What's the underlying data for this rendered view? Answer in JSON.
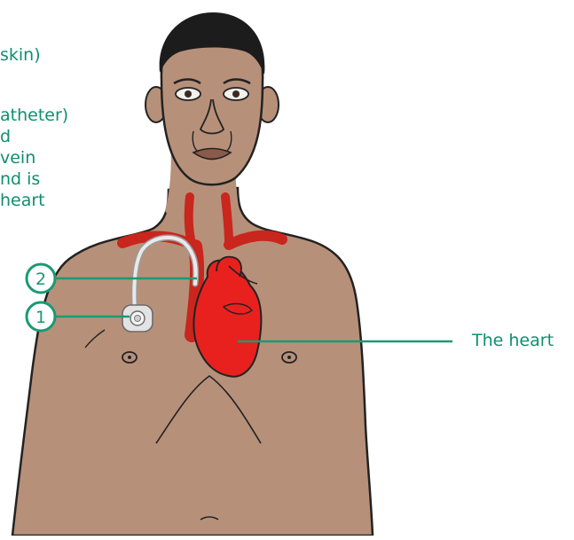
{
  "labels": {
    "skin_fragment": "skin)",
    "catheter_lines": [
      "atheter)",
      "d",
      "vein",
      "nd is",
      "heart"
    ],
    "heart": "The heart"
  },
  "markers": [
    {
      "number": "1",
      "refers_to": "port"
    },
    {
      "number": "2",
      "refers_to": "catheter"
    }
  ],
  "colors": {
    "label_text": "#0f8f6e",
    "marker_stroke": "#1a9a72",
    "skin": "#b7907a",
    "skin_outline": "#222222",
    "hair": "#1c1c1c",
    "heart": "#e8211f",
    "vessels": "#c9261d",
    "catheter": "#e9e9e9"
  }
}
